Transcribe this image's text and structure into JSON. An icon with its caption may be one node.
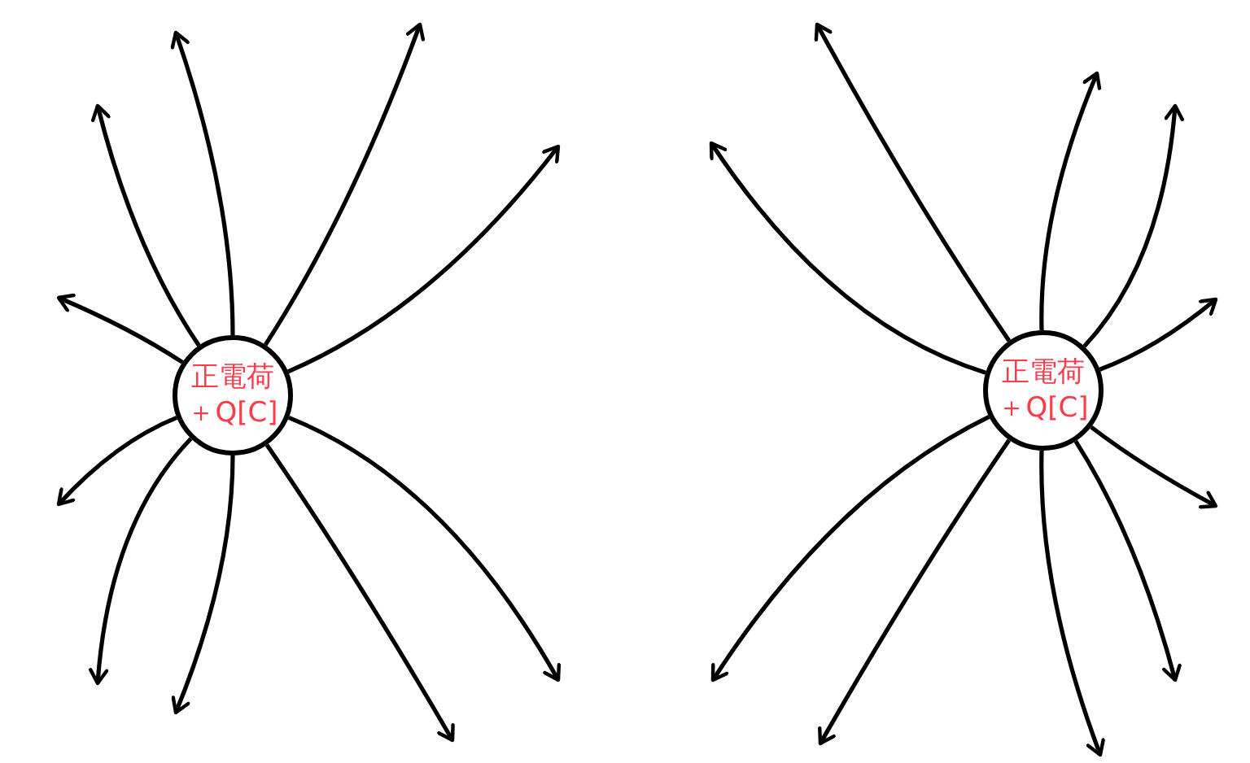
{
  "diagram": {
    "nodes": [
      {
        "text": [
          "正電荷",
          "＋Q[C]"
        ]
      },
      {
        "text": [
          "正電荷",
          "＋Q[C]"
        ]
      }
    ],
    "edges": [
      {
        "from": 0,
        "to": null,
        "arrow": "to"
      },
      {
        "from": 0,
        "to": null,
        "arrow": "to"
      },
      {
        "from": 0,
        "to": null,
        "arrow": "to"
      },
      {
        "from": 0,
        "to": null,
        "arrow": "to"
      },
      {
        "from": 0,
        "to": null,
        "arrow": "to"
      },
      {
        "from": 0,
        "to": null,
        "arrow": "to"
      },
      {
        "from": 0,
        "to": null,
        "arrow": "to"
      },
      {
        "from": 0,
        "to": null,
        "arrow": "to"
      },
      {
        "from": 0,
        "to": null,
        "arrow": "to"
      },
      {
        "from": 0,
        "to": null,
        "arrow": "to"
      },
      {
        "from": 1,
        "to": null,
        "arrow": "to"
      },
      {
        "from": 1,
        "to": null,
        "arrow": "to"
      },
      {
        "from": 1,
        "to": null,
        "arrow": "to"
      },
      {
        "from": 1,
        "to": null,
        "arrow": "to"
      },
      {
        "from": 1,
        "to": null,
        "arrow": "to"
      },
      {
        "from": 1,
        "to": null,
        "arrow": "to"
      },
      {
        "from": 1,
        "to": null,
        "arrow": "to"
      },
      {
        "from": 1,
        "to": null,
        "arrow": "to"
      },
      {
        "from": 1,
        "to": null,
        "arrow": "to"
      },
      {
        "from": 1,
        "to": null,
        "arrow": "to"
      }
    ]
  }
}
